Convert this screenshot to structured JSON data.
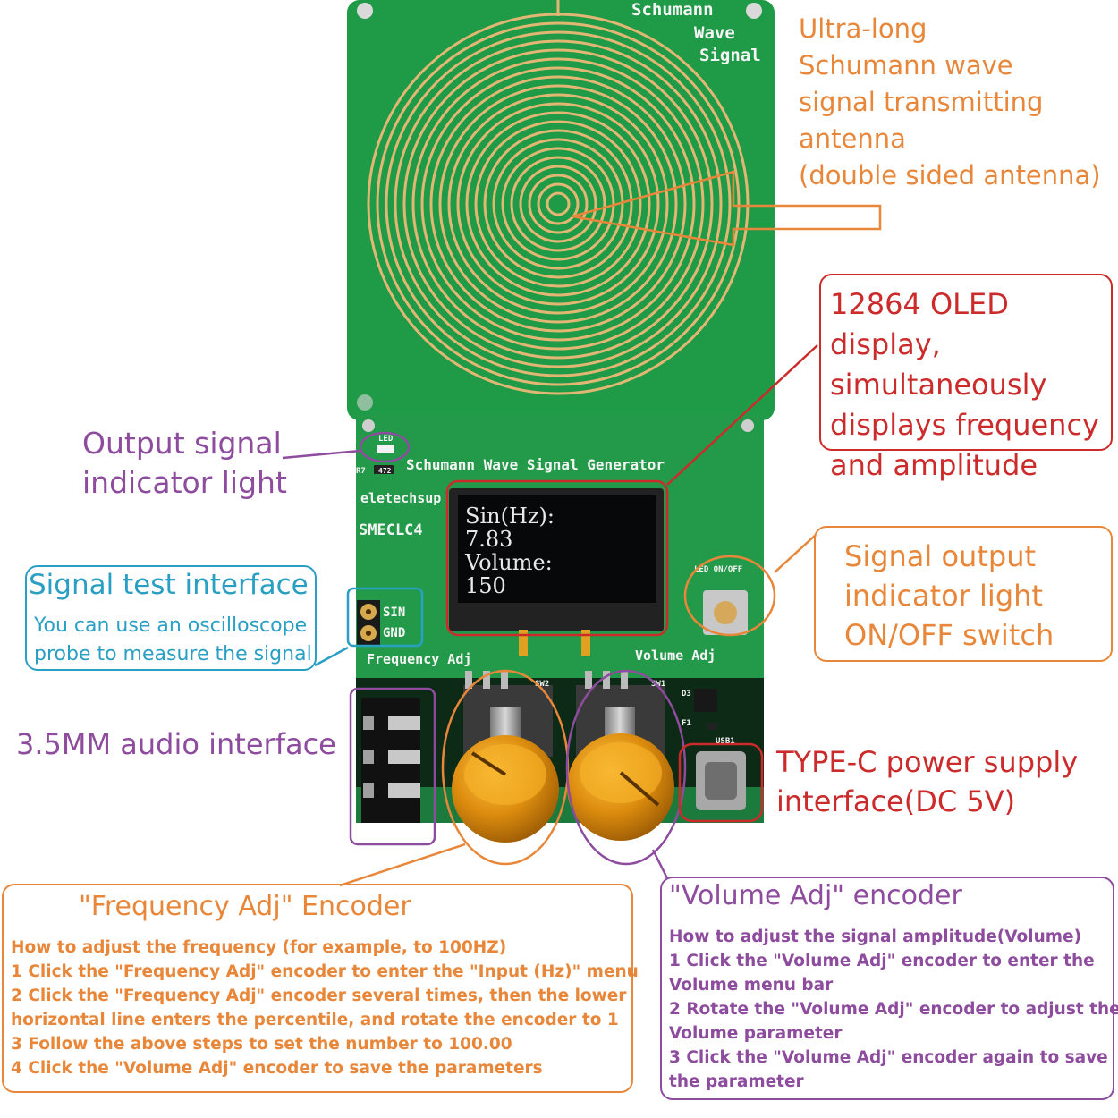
{
  "pcb": {
    "antenna_label": [
      "Schumann",
      "Wave",
      "Signal"
    ],
    "board_title": "Schumann Wave Signal Generator",
    "brand": "eletechsup",
    "model": "SMECLC4",
    "led_silk": "LED",
    "r7_silk": "R7",
    "r_value_silk": "472",
    "sin_pin": "SIN",
    "gnd_pin": "GND",
    "freq_silk": "Frequency Adj",
    "vol_silk": "Volume Adj",
    "led_switch_silk": "LED ON/OFF",
    "sw2": "SW2",
    "sw1": "SW1",
    "d3": "D3",
    "f1": "F1",
    "usb1": "USB1"
  },
  "oled": {
    "line1": "Sin(Hz):",
    "line2": "7.83",
    "line3": "Volume:",
    "line4": "150"
  },
  "callouts": {
    "antenna": "Ultra-long\nSchumann wave\nsignal transmitting\nantenna\n(double sided antenna)",
    "oled": "12864 OLED display,\nsimultaneously\ndisplays frequency\nand amplitude",
    "led": "Output signal\nindicator light",
    "signal_test_title": "Signal test interface",
    "signal_test_desc": "You can use an oscilloscope\nprobe to measure the signal",
    "led_switch": "Signal output\nindicator light\nON/OFF switch",
    "audio": "3.5MM audio interface",
    "typec": "TYPE-C power supply\ninterface(DC 5V)"
  },
  "freq_box": {
    "title": "\"Frequency Adj\" Encoder",
    "lines": [
      "How to adjust the frequency (for example, to 100HZ)",
      "1 Click the \"Frequency Adj\" encoder to enter the \"Input (Hz)\" menu",
      "2 Click the \"Frequency Adj\" encoder several times, then the lower",
      "horizontal line enters the percentile, and rotate the encoder to 1",
      "3 Follow the above steps to set the number to 100.00",
      "4 Click the \"Volume Adj\" encoder to save the parameters"
    ]
  },
  "vol_box": {
    "title": "\"Volume Adj\" encoder",
    "lines": [
      "How to adjust the signal amplitude(Volume)",
      "1 Click the \"Volume Adj\" encoder to enter the",
      "Volume menu bar",
      "2 Rotate the \"Volume Adj\"  encoder to adjust the",
      "Volume parameter",
      "3 Click the \"Volume Adj\"  encoder again to save",
      "the parameter"
    ]
  },
  "colors": {
    "orange": "#e8873a",
    "red": "#cc2b2b",
    "purple": "#8e4c9e",
    "blue": "#2a9fc4",
    "pcb_green": "#1f9a47",
    "copper": "#e2b774",
    "knob_gold": "#d98b0c"
  }
}
